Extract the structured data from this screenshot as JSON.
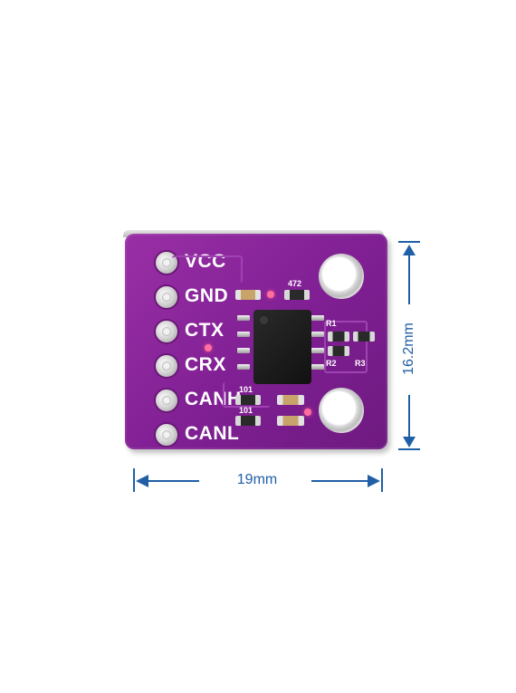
{
  "module": {
    "pins": [
      "VCC",
      "GND",
      "CTX",
      "CRX",
      "CANH",
      "CANL"
    ],
    "component_marks": {
      "top_resistor": "472",
      "r1": "R1",
      "r2": "R2",
      "r3": "R3",
      "bottom_res_1": "101",
      "bottom_res_2": "101"
    }
  },
  "dimensions": {
    "width": "19mm",
    "height": "16.2mm"
  },
  "colors": {
    "board": "#8a259c",
    "dimension": "#1f5fa6",
    "led": "#ff6fa0"
  }
}
